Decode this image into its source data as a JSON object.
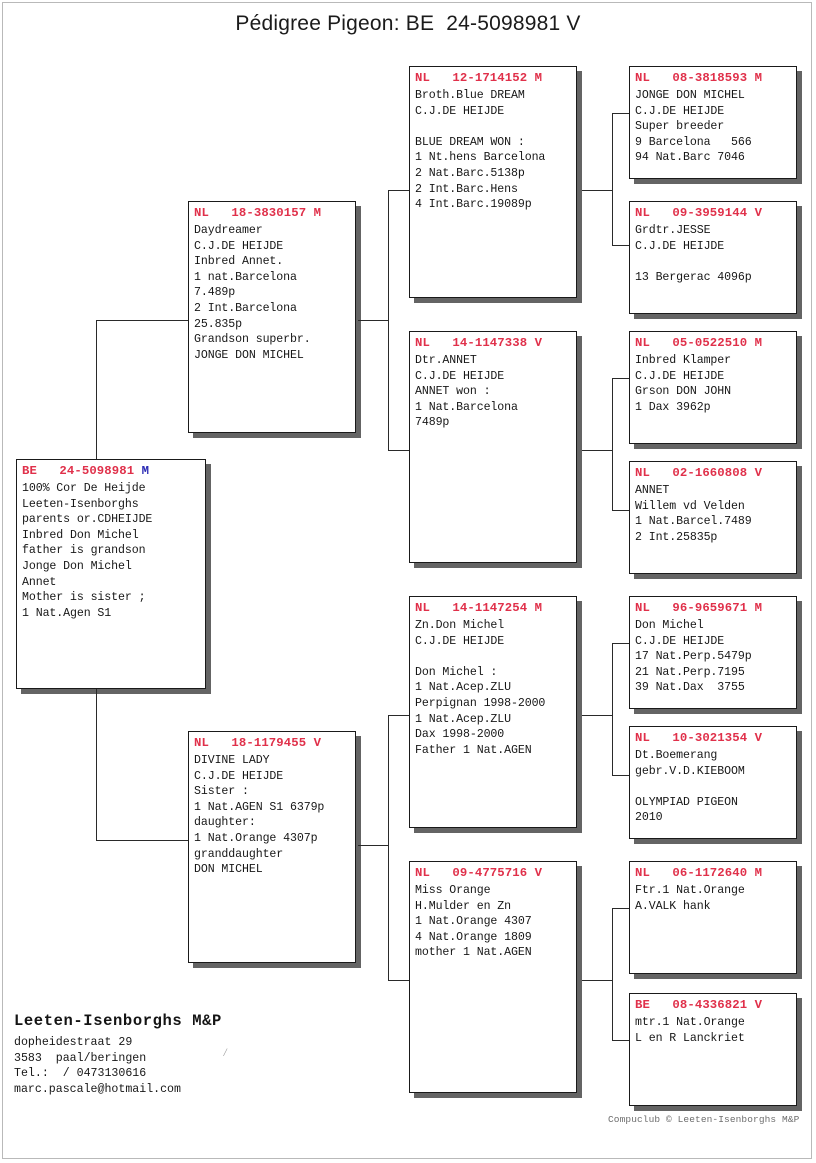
{
  "document": {
    "title": "Pédigree Pigeon: BE  24-5098981 V",
    "copyright": "Compuclub © Leeten-Isenborghs M&P"
  },
  "subject": {
    "ring": "BE   24-5098981 ",
    "sex_glyph": "M",
    "lines": [
      "100% Cor De Heijde",
      "Leeten-Isenborghs",
      "parents or.CDHEIJDE",
      "Inbred Don Michel",
      "father is grandson",
      "Jonge Don Michel",
      "Annet",
      "Mother is sister ;",
      "1 Nat.Agen S1"
    ]
  },
  "parents": [
    {
      "ring": "NL   18-3830157 M",
      "lines": [
        "Daydreamer",
        "C.J.DE HEIJDE",
        "Inbred Annet.",
        "1 nat.Barcelona",
        "7.489p",
        "2 Int.Barcelona",
        "25.835p",
        "Grandson superbr.",
        "JONGE DON MICHEL"
      ]
    },
    {
      "ring": "NL   18-1179455 V",
      "lines": [
        "DIVINE LADY",
        "C.J.DE HEIJDE",
        "Sister :",
        "1 Nat.AGEN S1 6379p",
        "daughter:",
        "1 Nat.Orange 4307p",
        "granddaughter",
        "DON MICHEL"
      ]
    }
  ],
  "grandparents": [
    {
      "ring": "NL   12-1714152 M",
      "lines": [
        "Broth.Blue DREAM",
        "C.J.DE HEIJDE",
        "",
        "BLUE DREAM WON :",
        "1 Nt.hens Barcelona",
        "2 Nat.Barc.5138p",
        "2 Int.Barc.Hens",
        "4 Int.Barc.19089p"
      ]
    },
    {
      "ring": "NL   14-1147338 V",
      "lines": [
        "Dtr.ANNET",
        "C.J.DE HEIJDE",
        "ANNET won :",
        "1 Nat.Barcelona",
        "7489p"
      ]
    },
    {
      "ring": "NL   14-1147254 M",
      "lines": [
        "Zn.Don Michel",
        "C.J.DE HEIJDE",
        "",
        "Don Michel :",
        "1 Nat.Acep.ZLU",
        "Perpignan 1998-2000",
        "1 Nat.Acep.ZLU",
        "Dax 1998-2000",
        "Father 1 Nat.AGEN"
      ]
    },
    {
      "ring": "NL   09-4775716 V",
      "lines": [
        "Miss Orange",
        "H.Mulder en Zn",
        "1 Nat.Orange 4307",
        "4 Nat.Orange 1809",
        "mother 1 Nat.AGEN"
      ]
    }
  ],
  "great_grandparents": [
    {
      "ring": "NL   08-3818593 M",
      "lines": [
        "JONGE DON MICHEL",
        "C.J.DE HEIJDE",
        "Super breeder",
        "9 Barcelona   566",
        "94 Nat.Barc 7046"
      ]
    },
    {
      "ring": "NL   09-3959144 V",
      "lines": [
        "Grdtr.JESSE",
        "C.J.DE HEIJDE",
        "",
        "13 Bergerac 4096p"
      ]
    },
    {
      "ring": "NL   05-0522510 M",
      "lines": [
        "Inbred Klamper",
        "C.J.DE HEIJDE",
        "Grson DON JOHN",
        "1 Dax 3962p"
      ]
    },
    {
      "ring": "NL   02-1660808 V",
      "lines": [
        "ANNET",
        "Willem vd Velden",
        "1 Nat.Barcel.7489",
        "2 Int.25835p"
      ]
    },
    {
      "ring": "NL   96-9659671 M",
      "lines": [
        "Don Michel",
        "C.J.DE HEIJDE",
        "17 Nat.Perp.5479p",
        "21 Nat.Perp.7195",
        "39 Nat.Dax  3755"
      ]
    },
    {
      "ring": "NL   10-3021354 V",
      "lines": [
        "Dt.Boemerang",
        "gebr.V.D.KIEBOOM",
        "",
        "OLYMPIAD PIGEON",
        "2010"
      ]
    },
    {
      "ring": "NL   06-1172640 M",
      "lines": [
        "Ftr.1 Nat.Orange",
        "A.VALK hank"
      ]
    },
    {
      "ring": "BE   08-4336821 V",
      "lines": [
        "mtr.1 Nat.Orange",
        "L en R Lanckriet"
      ]
    }
  ],
  "footer": {
    "name": "Leeten-Isenborghs M&P",
    "lines": [
      "dopheidestraat 29",
      "3583  paal/beringen",
      "Tel.:  / 0473130616",
      "marc.pascale@hotmail.com"
    ]
  },
  "colors": {
    "ring_red": "#e0304a",
    "text_black": "#171717",
    "sex_blue": "#2a2ab4"
  }
}
